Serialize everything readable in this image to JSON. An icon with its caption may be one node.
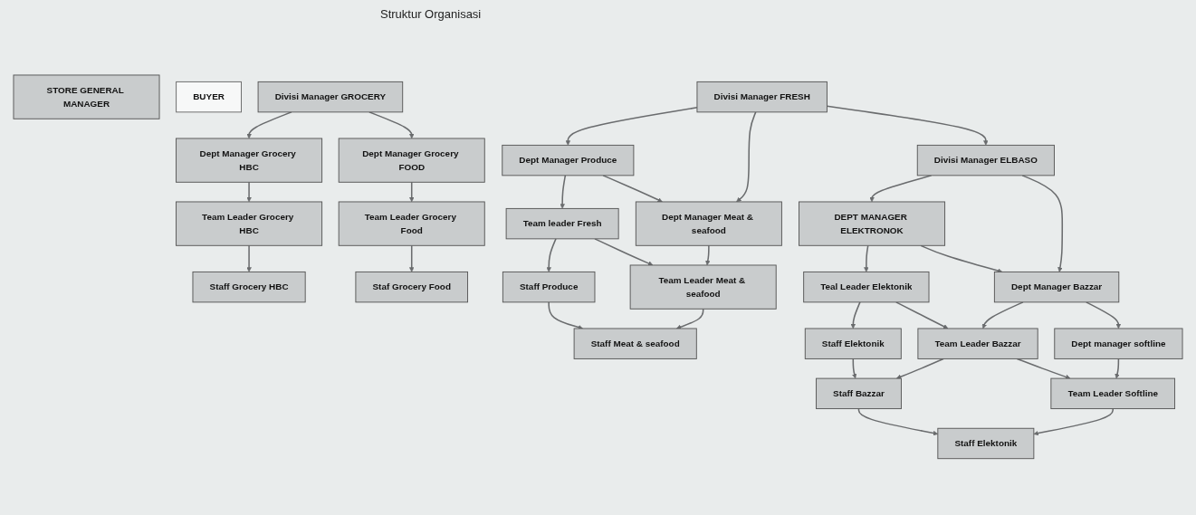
{
  "diagram": {
    "title": "Struktur Organisasi",
    "nodes": [
      {
        "text": [
          "STORE GENERAL MANAGER"
        ]
      },
      {
        "text": [
          "Divisi Manager GROCERY"
        ]
      },
      {
        "text": [
          "Divisi Manager FRESH"
        ]
      },
      {
        "text": [
          "Divisi Manager ELBASO"
        ]
      },
      {
        "text": [
          "BUYER"
        ]
      },
      {
        "text": [
          "Dept Manager Grocery HBC"
        ]
      },
      {
        "text": [
          "Dept Manager Grocery FOOD"
        ]
      },
      {
        "text": [
          "Dept Manager Produce"
        ]
      },
      {
        "text": [
          "Dept Manager Meat & seafood"
        ]
      },
      {
        "text": [
          "DEPT MANAGER ELEKTRONOK"
        ]
      },
      {
        "text": [
          "Dept Manager Bazzar"
        ]
      },
      {
        "text": [
          "Dept manager softline"
        ]
      },
      {
        "text": [
          "Team Leader Grocery HBC"
        ]
      },
      {
        "text": [
          "Team Leader Grocery Food"
        ]
      },
      {
        "text": [
          "Team leader Fresh"
        ]
      },
      {
        "text": [
          "Team Leader Meat & seafood"
        ]
      },
      {
        "text": [
          "Teal Leader Elektonik"
        ]
      },
      {
        "text": [
          "Team Leader Bazzar"
        ]
      },
      {
        "text": [
          "Team Leader Softline"
        ]
      },
      {
        "text": [
          "Staff Grocery HBC"
        ]
      },
      {
        "text": [
          "Staf Grocery Food"
        ]
      },
      {
        "text": [
          "Staff Produce"
        ]
      },
      {
        "text": [
          "Staff Meat & seafood"
        ]
      },
      {
        "text": [
          "Staff Elektonik"
        ]
      },
      {
        "text": [
          "Staff Bazzar"
        ]
      },
      {
        "text": [
          "Staff Elektonik"
        ]
      }
    ],
    "edges": [
      {
        "from": 1,
        "to": 5,
        "arrow": "to"
      },
      {
        "from": 1,
        "to": 6,
        "arrow": "to"
      },
      {
        "from": 2,
        "to": 7,
        "arrow": "to"
      },
      {
        "from": 2,
        "to": 8,
        "arrow": "to"
      },
      {
        "from": 2,
        "to": 3,
        "arrow": "to"
      },
      {
        "from": 3,
        "to": 9,
        "arrow": "to"
      },
      {
        "from": 3,
        "to": 10,
        "arrow": "to"
      },
      {
        "from": 5,
        "to": 12,
        "arrow": "to"
      },
      {
        "from": 12,
        "to": 19,
        "arrow": "to"
      },
      {
        "from": 6,
        "to": 13,
        "arrow": "to"
      },
      {
        "from": 13,
        "to": 20,
        "arrow": "to"
      },
      {
        "from": 7,
        "to": 14,
        "arrow": "to"
      },
      {
        "from": 14,
        "to": 21,
        "arrow": "to"
      },
      {
        "from": 8,
        "to": 15,
        "arrow": "to"
      },
      {
        "from": 15,
        "to": 22,
        "arrow": "to"
      },
      {
        "from": 9,
        "to": 16,
        "arrow": "to"
      },
      {
        "from": 16,
        "to": 23,
        "arrow": "to"
      },
      {
        "from": 10,
        "to": 17,
        "arrow": "to"
      },
      {
        "from": 17,
        "to": 24,
        "arrow": "to"
      },
      {
        "from": 11,
        "to": 18,
        "arrow": "to"
      },
      {
        "from": 18,
        "to": 25,
        "arrow": "to"
      },
      {
        "from": 7,
        "to": 8,
        "arrow": "to"
      },
      {
        "from": 14,
        "to": 15,
        "arrow": "to"
      },
      {
        "from": 21,
        "to": 22,
        "arrow": "to"
      },
      {
        "from": 9,
        "to": 10,
        "arrow": "to"
      },
      {
        "from": 10,
        "to": 11,
        "arrow": "to"
      },
      {
        "from": 16,
        "to": 17,
        "arrow": "to"
      },
      {
        "from": 17,
        "to": 18,
        "arrow": "to"
      },
      {
        "from": 23,
        "to": 24,
        "arrow": "to"
      },
      {
        "from": 24,
        "to": 25,
        "arrow": "to"
      }
    ]
  }
}
